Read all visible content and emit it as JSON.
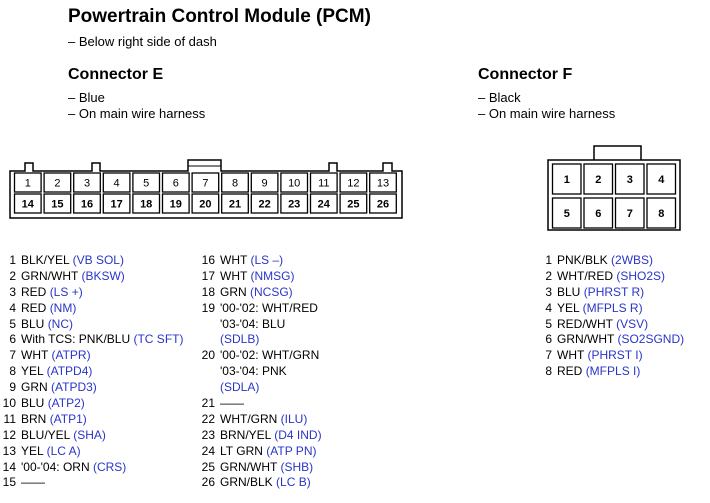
{
  "title": "Powertrain Control Module (PCM)",
  "location_note": "– Below right side of dash",
  "connector_e": {
    "heading": "Connector E",
    "notes": [
      "– Blue",
      "– On main wire harness"
    ],
    "top_row": [
      "1",
      "2",
      "3",
      "4",
      "5",
      "6",
      "7",
      "8",
      "9",
      "10",
      "11",
      "12",
      "13"
    ],
    "bottom_row": [
      "14",
      "15",
      "16",
      "17",
      "18",
      "19",
      "20",
      "21",
      "22",
      "23",
      "24",
      "25",
      "26"
    ],
    "pins_col1": [
      {
        "num": "1",
        "wire": "BLK/YEL",
        "code": "(VB SOL)"
      },
      {
        "num": "2",
        "wire": "GRN/WHT",
        "code": "(BKSW)"
      },
      {
        "num": "3",
        "wire": "RED",
        "code": "(LS +)"
      },
      {
        "num": "4",
        "wire": "RED",
        "code": "(NM)"
      },
      {
        "num": "5",
        "wire": "BLU",
        "code": "(NC)"
      },
      {
        "num": "6",
        "wire": "With TCS: PNK/BLU",
        "code": "(TC SFT)"
      },
      {
        "num": "7",
        "wire": "WHT",
        "code": "(ATPR)"
      },
      {
        "num": "8",
        "wire": "YEL",
        "code": "(ATPD4)"
      },
      {
        "num": "9",
        "wire": "GRN",
        "code": "(ATPD3)"
      },
      {
        "num": "10",
        "wire": "BLU",
        "code": "(ATP2)"
      },
      {
        "num": "11",
        "wire": "BRN",
        "code": "(ATP1)"
      },
      {
        "num": "12",
        "wire": "BLU/YEL",
        "code": "(SHA)"
      },
      {
        "num": "13",
        "wire": "YEL",
        "code": "(LC A)"
      },
      {
        "num": "14",
        "wire": "'00-'04: ORN",
        "code": "(CRS)"
      },
      {
        "num": "15",
        "wire": "——",
        "code": ""
      }
    ],
    "pins_col2": [
      {
        "num": "16",
        "wire": "WHT",
        "code": "(LS –)"
      },
      {
        "num": "17",
        "wire": "WHT",
        "code": "(NMSG)"
      },
      {
        "num": "18",
        "wire": "GRN",
        "code": "(NCSG)"
      },
      {
        "num": "19",
        "wire": "'00-'02: WHT/RED",
        "code": ""
      },
      {
        "num": "",
        "wire": "'03-'04: BLU",
        "code": ""
      },
      {
        "num": "",
        "wire": "",
        "code": "(SDLB)"
      },
      {
        "num": "20",
        "wire": "'00-'02: WHT/GRN",
        "code": ""
      },
      {
        "num": "",
        "wire": "'03-'04: PNK",
        "code": ""
      },
      {
        "num": "",
        "wire": "",
        "code": "(SDLA)"
      },
      {
        "num": "21",
        "wire": "——",
        "code": ""
      },
      {
        "num": "22",
        "wire": "WHT/GRN",
        "code": "(ILU)"
      },
      {
        "num": "23",
        "wire": "BRN/YEL",
        "code": "(D4 IND)"
      },
      {
        "num": "24",
        "wire": "LT GRN",
        "code": "(ATP PN)"
      },
      {
        "num": "25",
        "wire": "GRN/WHT",
        "code": "(SHB)"
      },
      {
        "num": "26",
        "wire": "GRN/BLK",
        "code": "(LC B)"
      }
    ]
  },
  "connector_f": {
    "heading": "Connector F",
    "notes": [
      "– Black",
      "– On main wire harness"
    ],
    "top_row": [
      "1",
      "2",
      "3",
      "4"
    ],
    "bottom_row": [
      "5",
      "6",
      "7",
      "8"
    ],
    "pins": [
      {
        "num": "1",
        "wire": "PNK/BLK",
        "code": "(2WBS)"
      },
      {
        "num": "2",
        "wire": "WHT/RED",
        "code": "(SHO2S)"
      },
      {
        "num": "3",
        "wire": "BLU",
        "code": "(PHRST R)"
      },
      {
        "num": "4",
        "wire": "YEL",
        "code": "(MFPLS R)"
      },
      {
        "num": "5",
        "wire": "RED/WHT",
        "code": "(VSV)"
      },
      {
        "num": "6",
        "wire": "GRN/WHT",
        "code": "(SO2SGND)"
      },
      {
        "num": "7",
        "wire": "WHT",
        "code": "(PHRST I)"
      },
      {
        "num": "8",
        "wire": "RED",
        "code": "(MFPLS I)"
      }
    ]
  },
  "colors": {
    "code_text": "#2a35c8",
    "outline": "#000000"
  }
}
